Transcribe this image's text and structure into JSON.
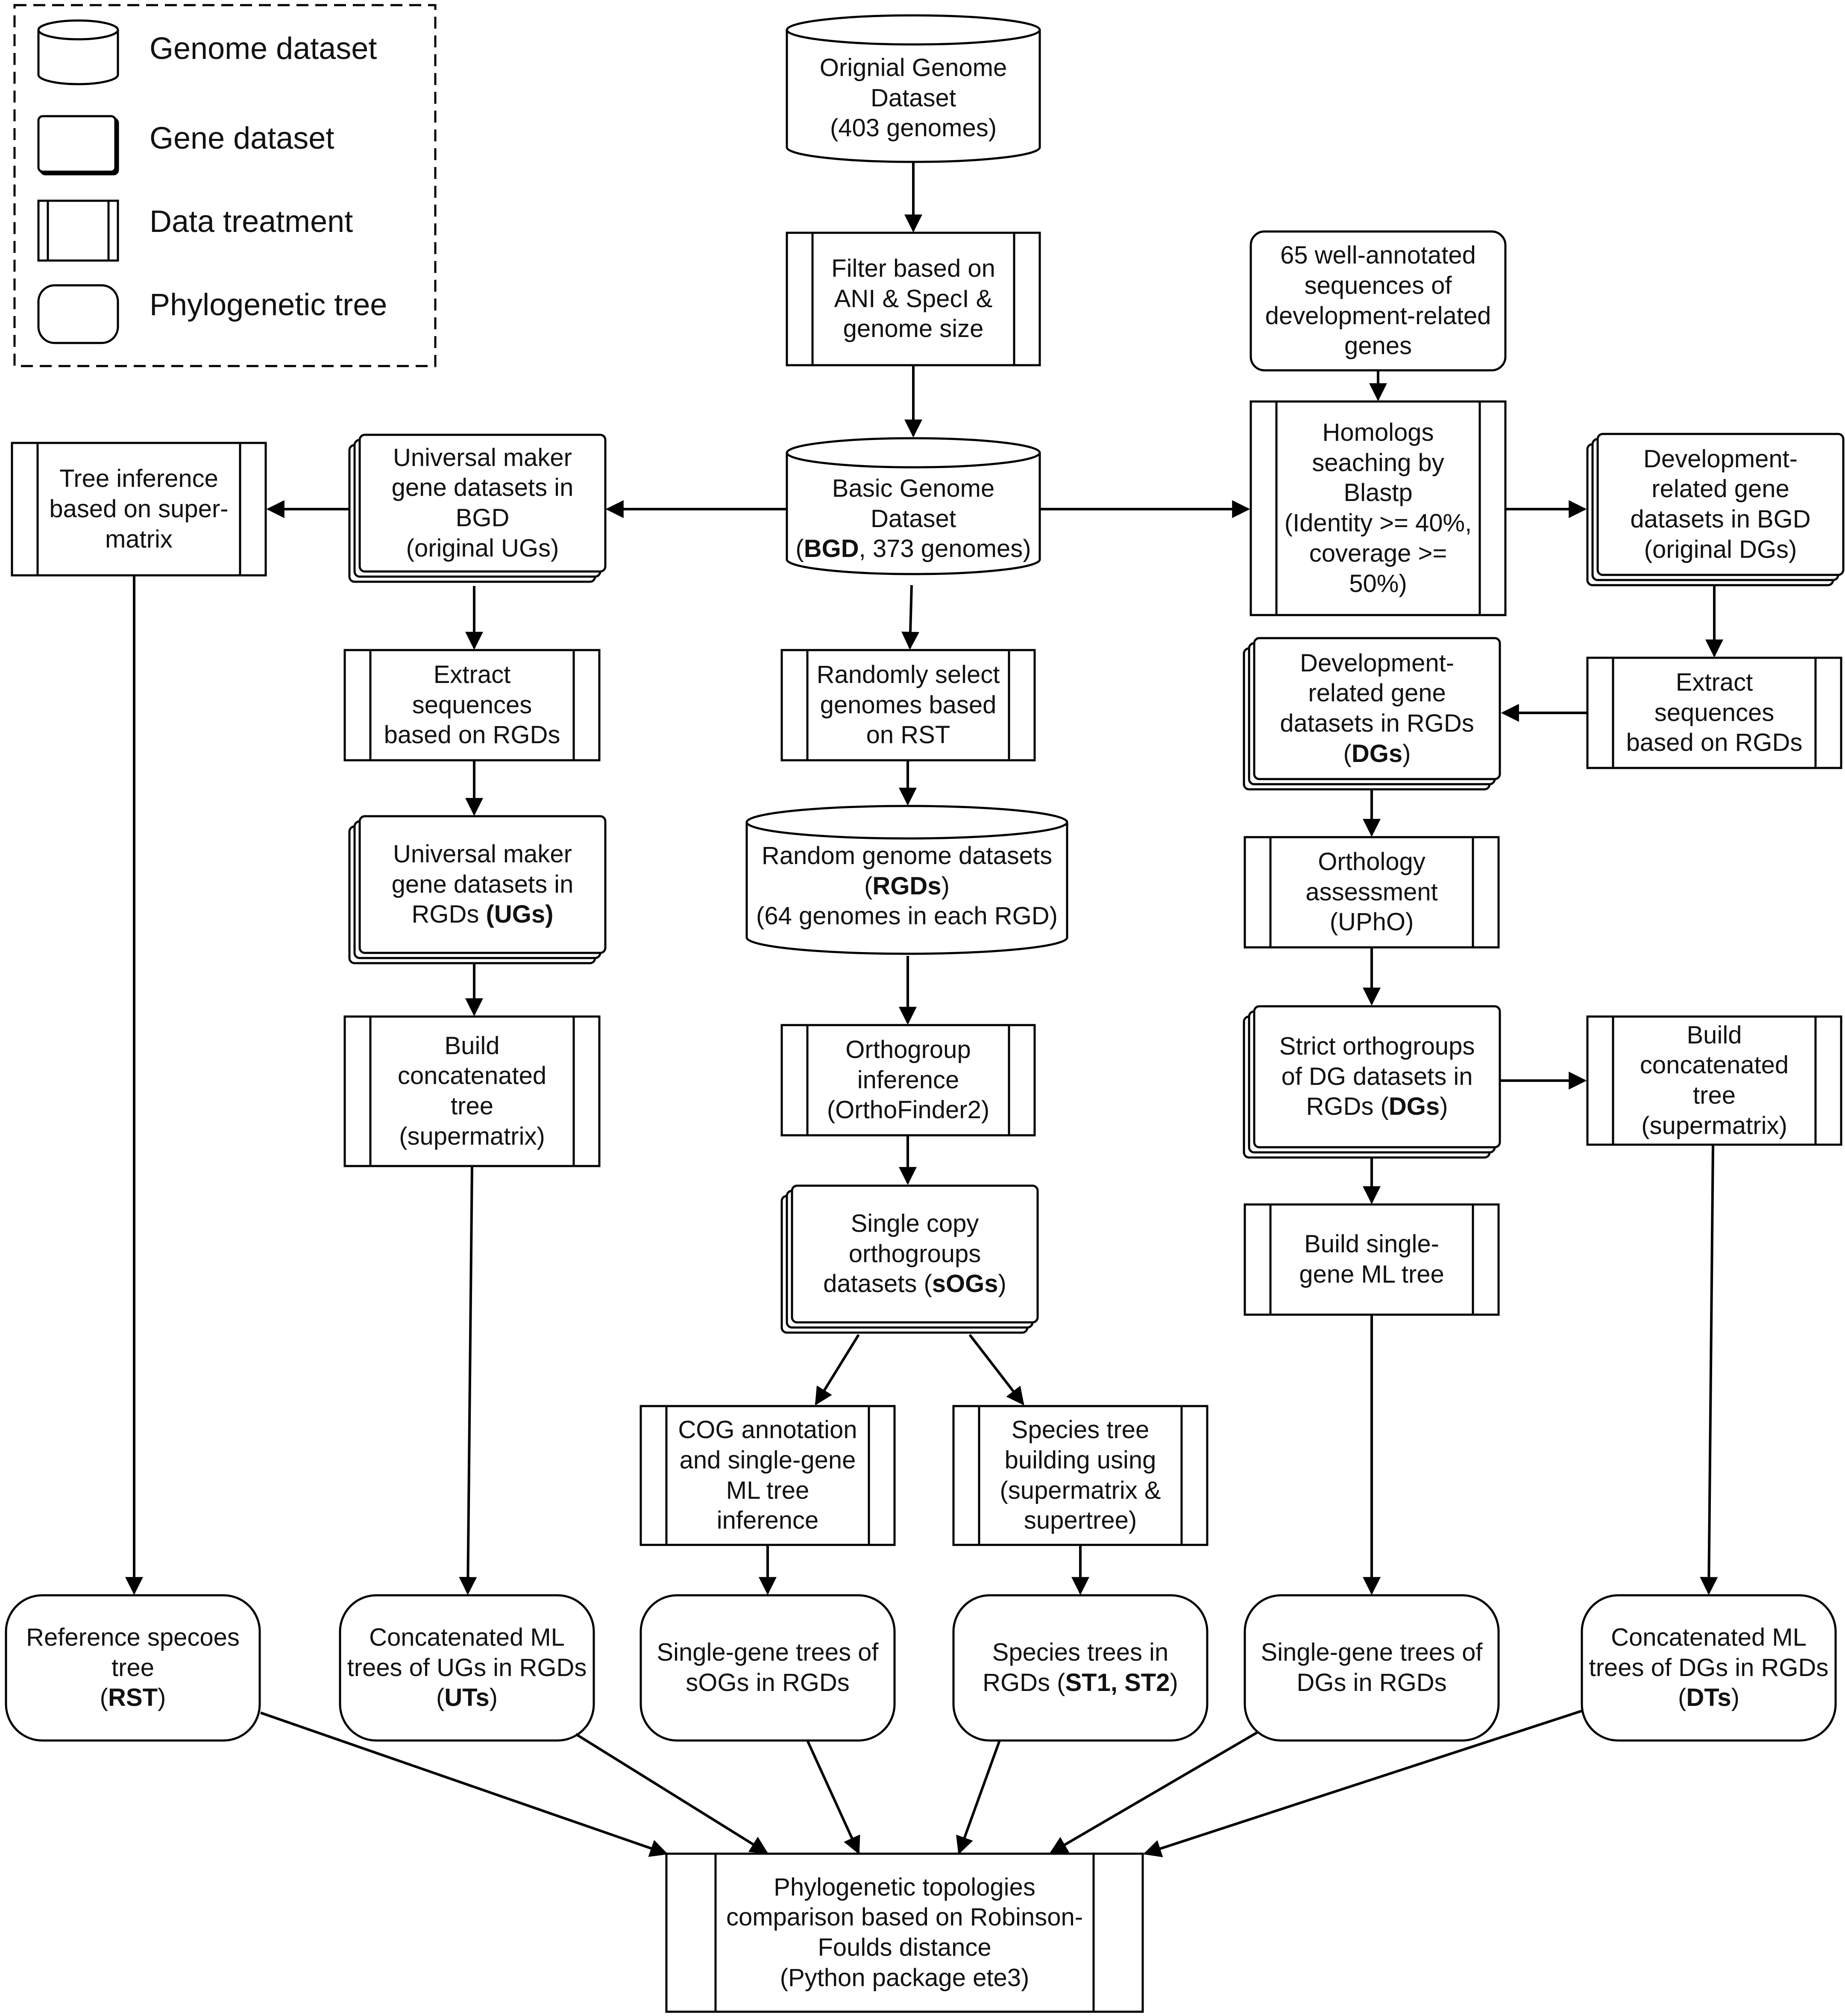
{
  "legend": {
    "genome_dataset": "Genome dataset",
    "gene_dataset": "Gene dataset",
    "data_treatment": "Data treatment",
    "phylogenetic_tree": "Phylogenetic tree"
  },
  "nodes": {
    "original_genome": {
      "lines": [
        "Orignial Genome",
        "Dataset",
        "(403 genomes)"
      ]
    },
    "filter": {
      "lines": [
        "Filter based on",
        "ANI & SpecI &",
        "genome size"
      ]
    },
    "basic_genome": {
      "l1": "Basic Genome",
      "l2": "Dataset",
      "l3_bold": "BGD",
      "l3_rest": ", 373 genomes)",
      "l3_open": "("
    },
    "wellannotated": {
      "lines": [
        "65 well-annotated",
        "sequences of",
        "development-related",
        "genes"
      ]
    },
    "homologs": {
      "lines": [
        "Homologs",
        "seaching by",
        "Blastp",
        "(Identity >= 40%,",
        "coverage >=",
        "50%)"
      ]
    },
    "dev_bgd": {
      "lines": [
        "Development-",
        "related gene",
        "datasets in BGD",
        "(original DGs)"
      ]
    },
    "univ_bgd": {
      "lines": [
        "Universal maker",
        "gene datasets in",
        "BGD",
        "(original UGs)"
      ]
    },
    "tree_inference": {
      "lines": [
        "Tree inference",
        "based on super-",
        "matrix"
      ]
    },
    "extract_ug": {
      "lines": [
        "Extract",
        "sequences",
        "based on RGDs"
      ]
    },
    "random_select": {
      "lines": [
        "Randomly select",
        "genomes  based",
        "on RST"
      ]
    },
    "dev_rgd": {
      "l1": "Development-",
      "l2": "related gene",
      "l3": "datasets in RGDs",
      "l4_bold": "DGs"
    },
    "extract_dg": {
      "lines": [
        "Extract",
        "sequences",
        "based on RGDs"
      ]
    },
    "univ_rgd": {
      "l1": "Universal maker",
      "l2": "gene datasets in",
      "l3_rest": "RGDs ",
      "l3_bold": "(UGs)"
    },
    "random_genome": {
      "l1": "Random genome datasets",
      "l2_bold": "RGDs",
      "l3": "(64 genomes in each RGD)"
    },
    "orthology": {
      "lines": [
        "Orthology",
        "assessment",
        "(UPhO)"
      ]
    },
    "build_concat_ug": {
      "lines": [
        "Build",
        "concatenated",
        "tree",
        "(supermatrix)"
      ]
    },
    "orthogroup": {
      "lines": [
        "Orthogroup",
        "inference",
        "(OrthoFinder2)"
      ]
    },
    "strict_og": {
      "l1": "Strict orthogroups",
      "l2": "of DG datasets in",
      "l3_rest": "RGDs (",
      "l3_bold": "DGs",
      "l3_close": ")"
    },
    "build_concat_dg": {
      "lines": [
        "Build",
        "concatenated",
        "tree",
        "(supermatrix)"
      ]
    },
    "single_copy": {
      "l1": "Single copy",
      "l2": "orthogroups",
      "l3_rest": "datasets (",
      "l3_bold": "sOGs",
      "l3_close": ")"
    },
    "build_single": {
      "lines": [
        "Build single-",
        "gene ML tree"
      ]
    },
    "cog": {
      "lines": [
        "COG annotation",
        "and single-gene",
        "ML tree",
        "inference"
      ]
    },
    "species_build": {
      "lines": [
        "Species tree",
        "building using",
        "(supermatrix &",
        "supertree)"
      ]
    },
    "rst": {
      "l1": "Reference specoes",
      "l2": "tree",
      "l3_bold": "RST"
    },
    "uts": {
      "l1": "Concatenated ML",
      "l2": "trees of UGs in RGDs",
      "l3_bold": "UTs"
    },
    "sog_trees": {
      "lines": [
        "Single-gene trees of",
        "sOGs in RGDs"
      ]
    },
    "species_trees": {
      "l1": "Species trees in",
      "l2_rest": "RGDs (",
      "l2_bold": "ST1, ST2",
      "l2_close": ")"
    },
    "dg_trees": {
      "lines": [
        "Single-gene trees of",
        "DGs in RGDs"
      ]
    },
    "dts": {
      "l1": "Concatenated ML",
      "l2": "trees of DGs in RGDs",
      "l3_bold": "DTs"
    },
    "comparison": {
      "lines": [
        "Phylogenetic topologies",
        "comparison based on Robinson-",
        "Foulds distance",
        "(Python package ete3)"
      ]
    }
  }
}
